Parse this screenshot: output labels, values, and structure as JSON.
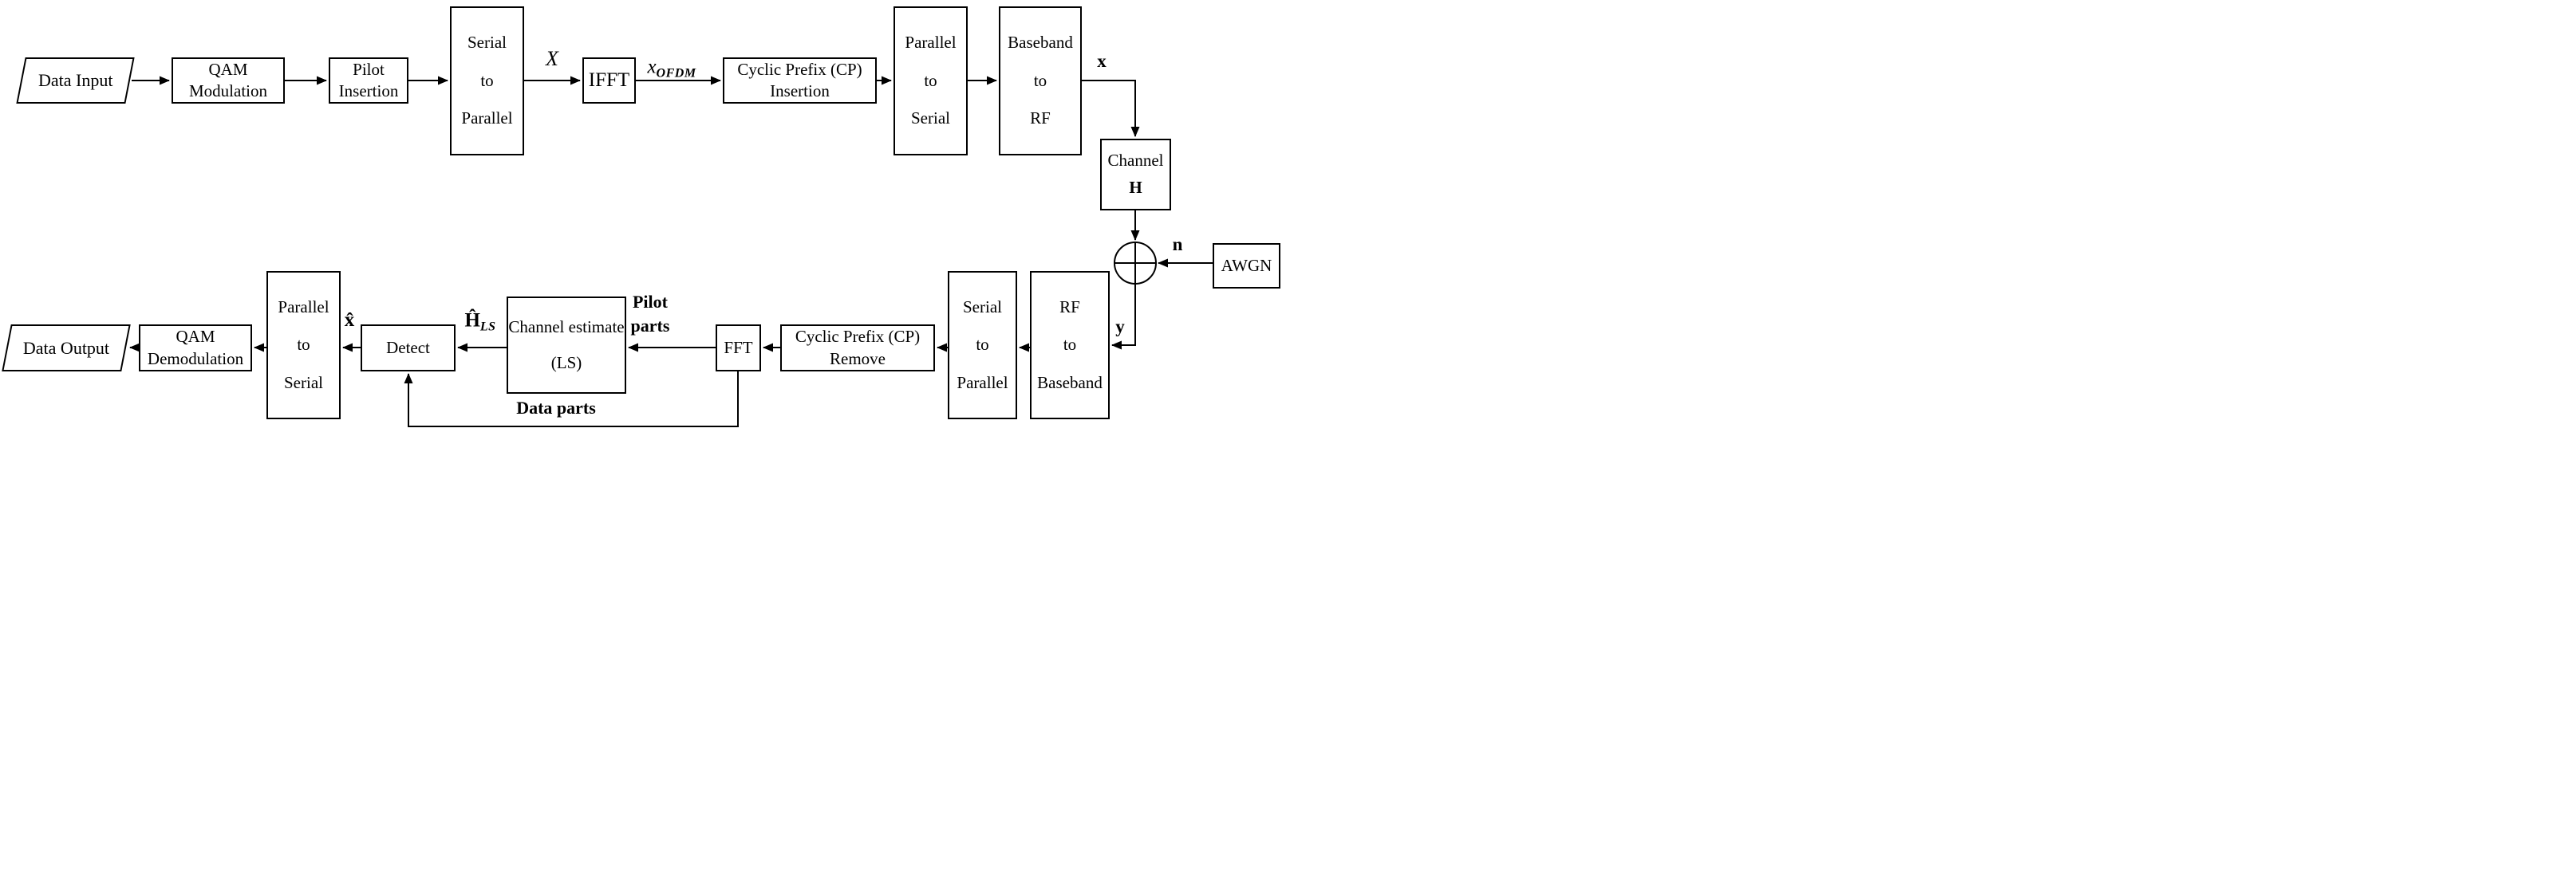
{
  "colors": {
    "ink": "#000000",
    "background": "#ffffff"
  },
  "nodes": {
    "data_input": {
      "label": "Data Input"
    },
    "qam_modulation": {
      "lines": [
        "QAM",
        "Modulation"
      ]
    },
    "pilot_insertion": {
      "lines": [
        "Pilot",
        "Insertion"
      ]
    },
    "serial_to_parallel_tx": {
      "lines": [
        "Serial",
        "to",
        "Parallel"
      ]
    },
    "ifft": {
      "label": "IFFT"
    },
    "cp_insertion": {
      "lines": [
        "Cyclic Prefix (CP)",
        "Insertion"
      ]
    },
    "parallel_to_serial_tx": {
      "lines": [
        "Parallel",
        "to",
        "Serial"
      ]
    },
    "baseband_to_rf": {
      "lines": [
        "Baseband",
        "to",
        "RF"
      ]
    },
    "channel": {
      "lines": [
        "Channel",
        "H"
      ]
    },
    "awgn": {
      "label": "AWGN"
    },
    "rf_to_baseband": {
      "lines": [
        "RF",
        "to",
        "Baseband"
      ]
    },
    "serial_to_parallel_rx": {
      "lines": [
        "Serial",
        "to",
        "Parallel"
      ]
    },
    "cp_remove": {
      "lines": [
        "Cyclic Prefix (CP)",
        "Remove"
      ]
    },
    "fft": {
      "label": "FFT"
    },
    "channel_estimate": {
      "lines": [
        "Channel estimate",
        "(LS)"
      ]
    },
    "detect": {
      "label": "Detect"
    },
    "parallel_to_serial_rx": {
      "lines": [
        "Parallel",
        "to",
        "Serial"
      ]
    },
    "qam_demodulation": {
      "lines": [
        "QAM",
        "Demodulation"
      ]
    },
    "data_output": {
      "label": "Data Output"
    }
  },
  "signals": {
    "X_freq": "X",
    "x_ofdm": {
      "base": "x",
      "sub": "OFDM"
    },
    "x_tx": "x",
    "n_noise": "n",
    "y_rx": "y",
    "pilot_parts": {
      "lines": [
        "Pilot",
        "parts"
      ]
    },
    "h_ls": {
      "base": "Ĥ",
      "sub": "LS"
    },
    "x_hat": "x̂",
    "data_parts": "Data parts"
  }
}
